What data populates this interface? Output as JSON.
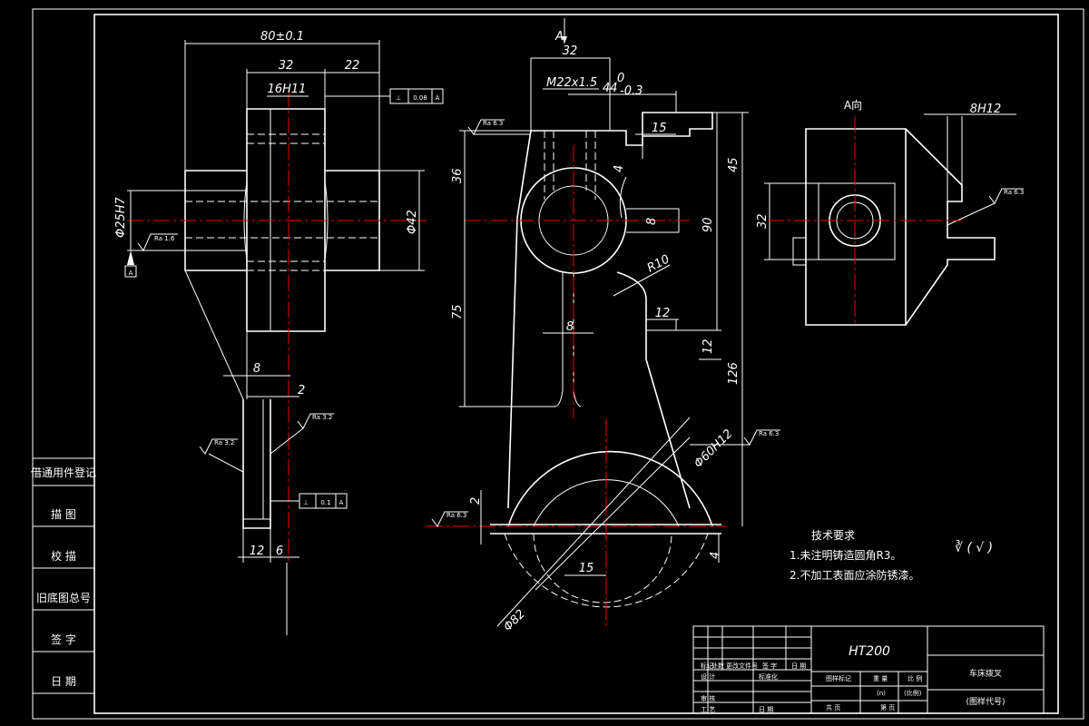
{
  "drawing": {
    "material": "HT200",
    "part_name": "车床拨叉",
    "drawing_code": "(图样代号)",
    "scale_label": "(比例)",
    "scale_value": "(n)"
  },
  "side_strip": {
    "labels": [
      "借通用件登记",
      "描 图",
      "校 描",
      "旧底图总号",
      "签 字",
      "日 期"
    ]
  },
  "tech_requirements": {
    "heading": "技术要求",
    "items": [
      "1.未注明铸造圆角R3。",
      "2.不加工表面应涂防锈漆。"
    ]
  },
  "roughness_symbol_note": "∛ ( √ )",
  "view_label_A": "A向",
  "arrow_label_A": "A",
  "datum_label": "A",
  "dimensions": {
    "left_view": {
      "overall_width": "80±0.1",
      "hub_width": "32",
      "right_offset": "22",
      "slot_width": "16H11",
      "bore": "Φ25H7",
      "outer_diameter": "Φ42",
      "fork_thickness": "8",
      "chamfer": "2",
      "fork_depth": "12",
      "offset": "6",
      "perpendicularity": "0.08",
      "perp_datum": "A",
      "parallelism": "0.1",
      "par_datum": "A",
      "roughness_1": "Ra 1.6",
      "roughness_2": "Ra 3.2",
      "roughness_3": "Ra 3.2"
    },
    "front_view": {
      "top_width": "32",
      "thread": "M22x1.5",
      "depth": "44",
      "depth_tol_upper": "0",
      "depth_tol_lower": "-0.3",
      "slot": "15",
      "h36": "36",
      "h45": "45",
      "h90": "90",
      "h75": "75",
      "h126": "126",
      "h8": "8",
      "v4": "4",
      "radius": "R10",
      "rib": "8",
      "w12": "12",
      "h12": "12",
      "fork_bore": "Φ60H12",
      "fork_outer": "Φ82",
      "bottom_15": "15",
      "bottom_2": "2",
      "bottom_4": "4",
      "roughness_top": "Ra 6.3",
      "roughness_fork": "Ra 6.3",
      "roughness_bottom": "Ra 6.3"
    },
    "a_view": {
      "slot": "8H12",
      "height": "32",
      "roughness": "Ra 6.3"
    }
  },
  "title_block": {
    "row_labels": [
      "标记",
      "处数",
      "更改文件号",
      "签 字",
      "日 期"
    ],
    "design": "设 计",
    "standard": "标准化",
    "check": "审 核",
    "process": "工 艺",
    "date": "日 期",
    "stage_mark": "图样标记",
    "weight": "重 量",
    "scale": "比 例",
    "total": "共 页",
    "sheet": "第 页"
  }
}
